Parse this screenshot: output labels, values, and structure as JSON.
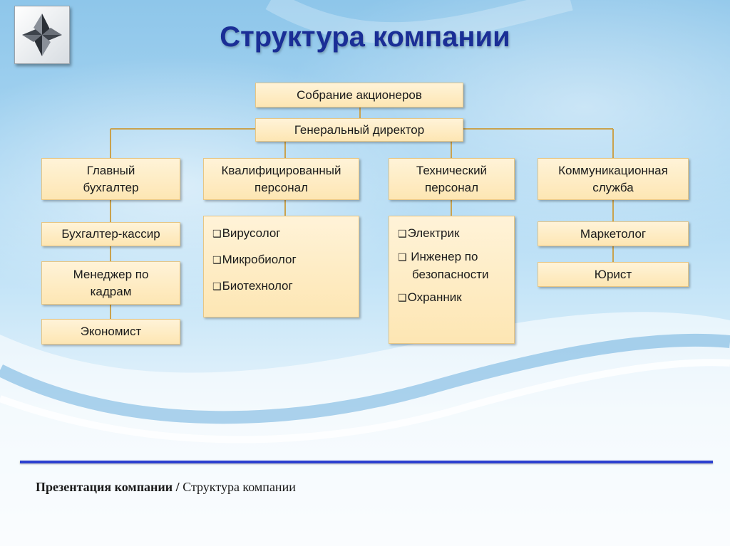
{
  "title": "Структура компании",
  "top": {
    "shareholders": "Собрание акционеров",
    "ceo": "Генеральный директор"
  },
  "departments": {
    "accountant": {
      "head": "Главный бухгалтер",
      "items": [
        "Бухгалтер-кассир",
        "Менеджер по кадрам",
        "Экономист"
      ]
    },
    "qualified": {
      "head": "Квалифицированный персонал",
      "items": [
        "Вирусолог",
        "Микробиолог",
        "Биотехнолог"
      ]
    },
    "technical": {
      "head": "Технический персонал",
      "items": [
        "Электрик",
        "Инженер по безопасности",
        "Охранник"
      ]
    },
    "communication": {
      "head": "Коммуникационная служба",
      "items": [
        "Маркетолог",
        "Юрист"
      ]
    }
  },
  "bullet_symbol": "❑",
  "footer": {
    "bold": "Презентация компании /",
    "normal": " Структура компании"
  },
  "colors": {
    "title": "#1a2e96",
    "box_fill": "#fde6b3",
    "box_border": "#e7c684",
    "connector": "#c9a24e",
    "rule": "#2b3fd0"
  }
}
